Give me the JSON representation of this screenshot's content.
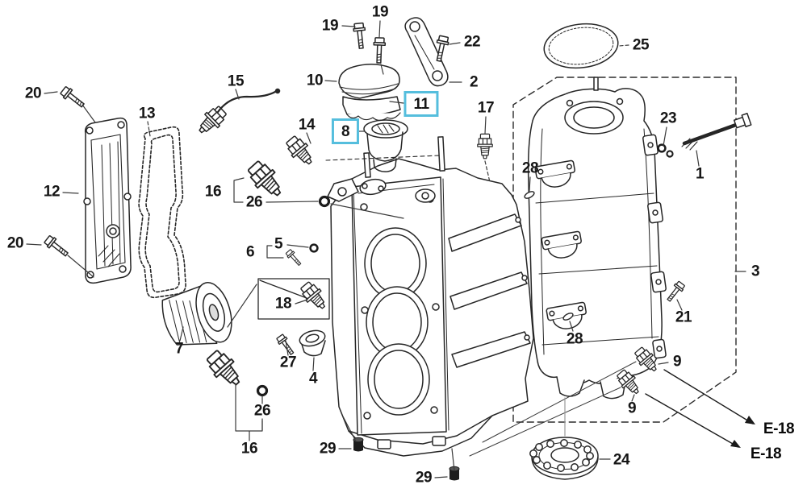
{
  "diagram": {
    "type": "exploded-parts-diagram",
    "colors": {
      "line": "#262626",
      "background": "#ffffff",
      "highlight_box": "#55bedd",
      "label_text": "#161616"
    },
    "callouts": {
      "c01": {
        "label": "1"
      },
      "c02": {
        "label": "2"
      },
      "c03": {
        "label": "3"
      },
      "c04": {
        "label": "4"
      },
      "c05": {
        "label": "5"
      },
      "c06": {
        "label": "6"
      },
      "c07": {
        "label": "7"
      },
      "c08": {
        "label": "8",
        "highlighted": true
      },
      "c09a": {
        "label": "9"
      },
      "c09b": {
        "label": "9"
      },
      "c10": {
        "label": "10"
      },
      "c11": {
        "label": "11",
        "highlighted": true
      },
      "c12": {
        "label": "12"
      },
      "c13": {
        "label": "13"
      },
      "c14": {
        "label": "14"
      },
      "c15": {
        "label": "15"
      },
      "c16a": {
        "label": "16"
      },
      "c16b": {
        "label": "16"
      },
      "c17": {
        "label": "17"
      },
      "c18": {
        "label": "18"
      },
      "c19a": {
        "label": "19"
      },
      "c19b": {
        "label": "19"
      },
      "c20a": {
        "label": "20"
      },
      "c20b": {
        "label": "20"
      },
      "c21": {
        "label": "21"
      },
      "c22": {
        "label": "22"
      },
      "c23": {
        "label": "23"
      },
      "c24": {
        "label": "24"
      },
      "c25": {
        "label": "25"
      },
      "c26a": {
        "label": "26"
      },
      "c26b": {
        "label": "26"
      },
      "c27": {
        "label": "27"
      },
      "c28a": {
        "label": "28"
      },
      "c28b": {
        "label": "28"
      },
      "c29a": {
        "label": "29"
      },
      "c29b": {
        "label": "29"
      }
    },
    "references": {
      "e18a": {
        "label": "E-18"
      },
      "e18b": {
        "label": "E-18"
      }
    }
  }
}
